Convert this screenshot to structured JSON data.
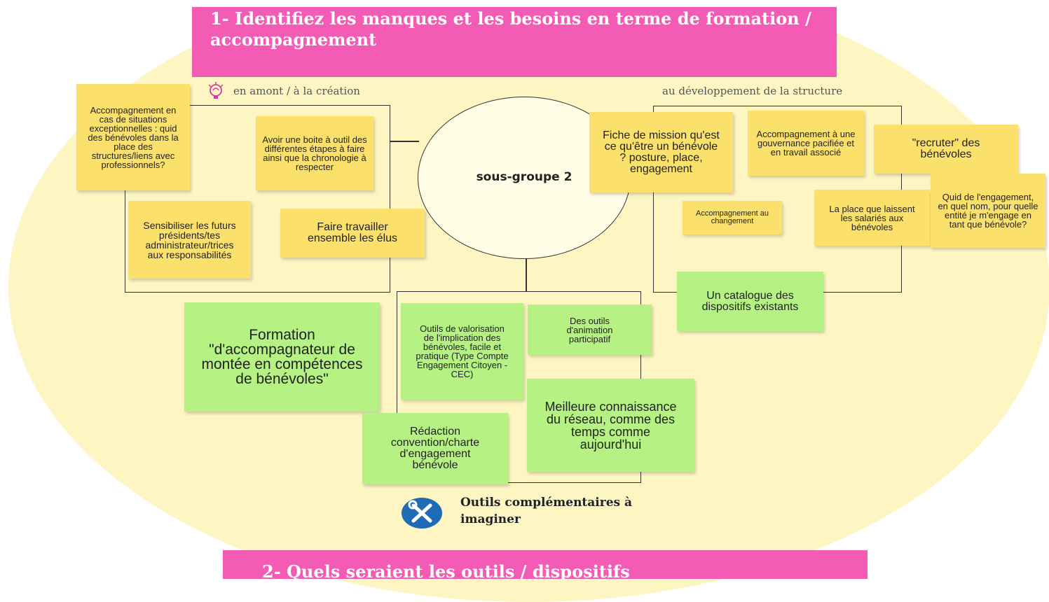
{
  "banner_top": "1- Identifiez les manques et les besoins en terme de formation / accompagnement",
  "banner_bottom": "2- Quels seraient les outils / dispositifs",
  "labels": {
    "left": "en amont / à la création",
    "right": "au développement de la structure"
  },
  "center": "sous-groupe 2",
  "tools_label": "Outils complémentaires à imaginer",
  "colors": {
    "banner": "#f45bb4",
    "background": "#fdf6c3",
    "sticky_yellow": "#fce06c",
    "sticky_green": "#b5f283"
  },
  "icons": {
    "left_label": "lightbulb-icon",
    "tools": "wrench-screwdriver-icon"
  },
  "notes_left": [
    "Accompagnement en cas de situations exceptionnelles : quid des bénévoles dans la place des structures/liens avec professionnels?",
    "Avoir une boite à outil des différentes étapes à faire ainsi que la chronologie à respecter",
    "Sensibiliser les futurs présidents/tes administrateur/trices aux responsabilités",
    "Faire travailler ensemble les élus"
  ],
  "notes_right": [
    "Fiche de mission qu'est ce qu'être un bénévole ? posture, place, engagement",
    "Accompagnement à une gouvernance pacifiée et en travail associé",
    "\"recruter\" des bénévoles",
    "Accompagnement au changement",
    "La place que laissent les salariés aux bénévoles",
    "Quid de l'engagement, en quel nom, pour quelle entité je m'engage en tant que bénévole?",
    "Un catalogue des dispositifs existants"
  ],
  "notes_bottom": [
    "Formation \"d'accompagnateur de montée en compétences de bénévoles\"",
    "Outils de valorisation de l'implication des bénévoles, facile et pratique (Type Compte Engagement Citoyen - CEC)",
    "Des outils d'animation participatif",
    "Rédaction convention/charte d'engagement bénévole",
    "Meilleure connaissance du réseau, comme des temps comme aujourd'hui"
  ]
}
